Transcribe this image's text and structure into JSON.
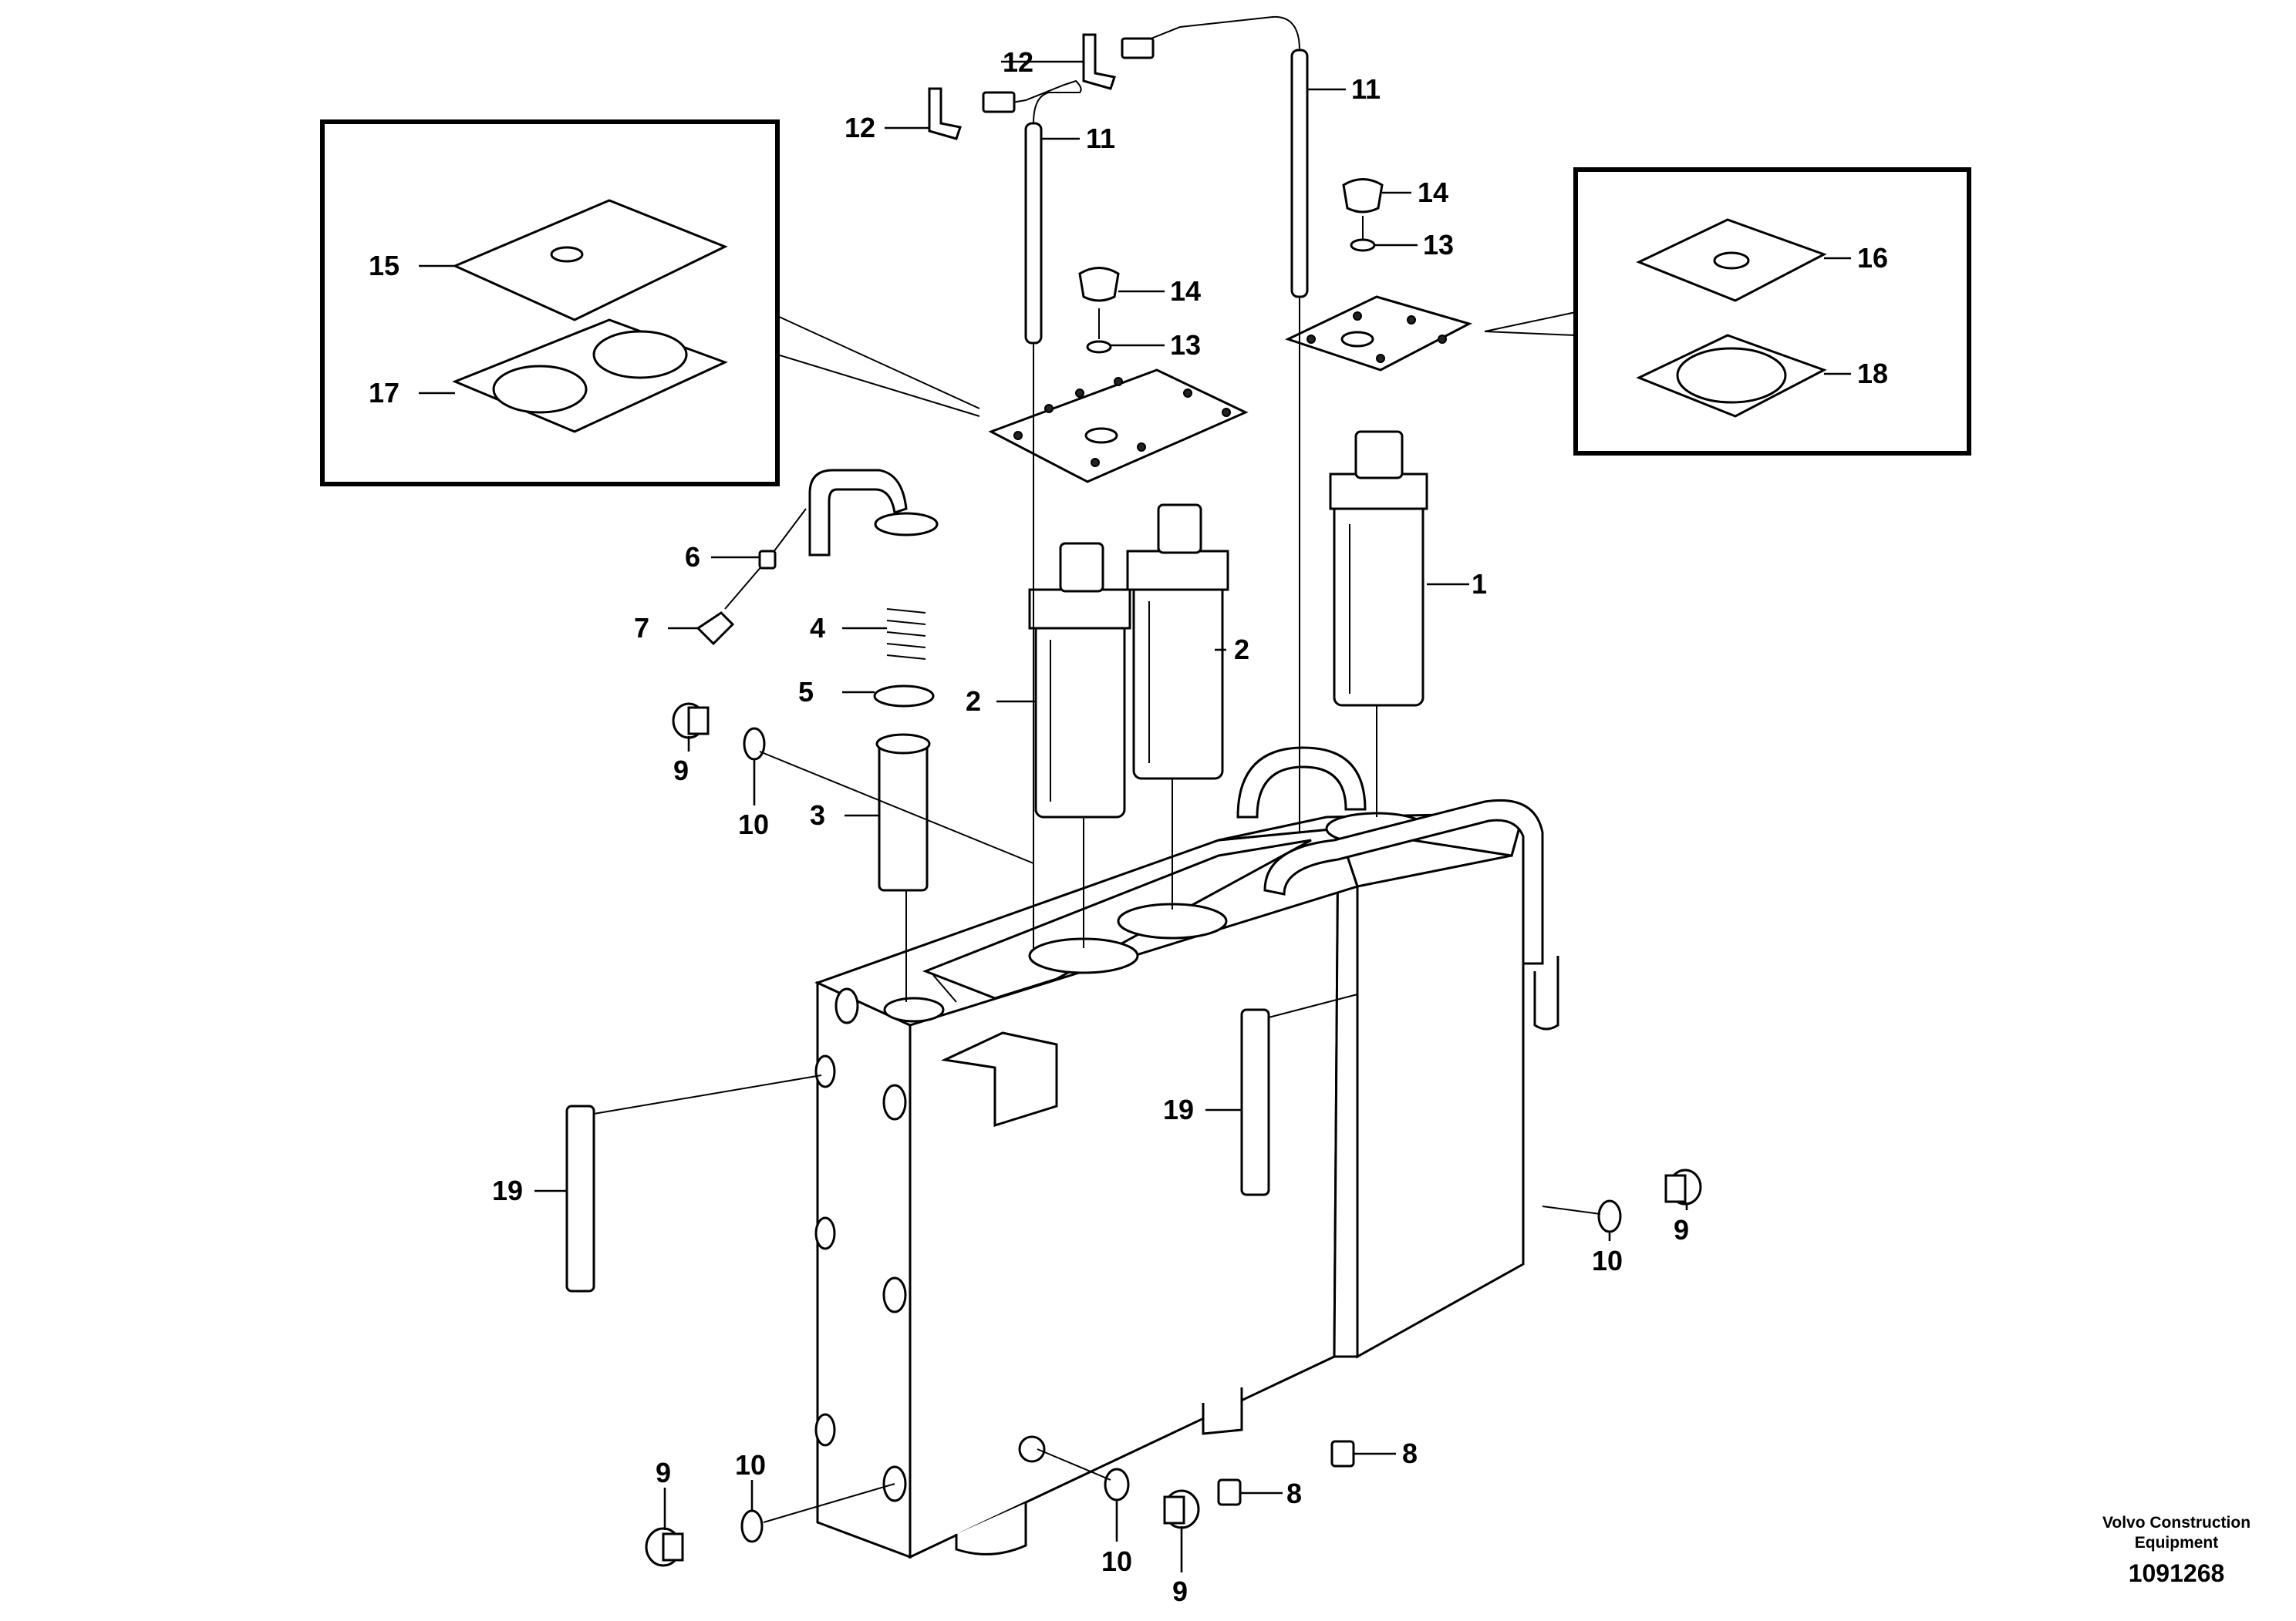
{
  "callouts": {
    "c1": "1",
    "c2a": "2",
    "c2b": "2",
    "c3": "3",
    "c4": "4",
    "c5": "5",
    "c6": "6",
    "c7": "7",
    "c8a": "8",
    "c8b": "8",
    "c9a": "9",
    "c9b": "9",
    "c9c": "9",
    "c9d": "9",
    "c10a": "10",
    "c10b": "10",
    "c10c": "10",
    "c10d": "10",
    "c11a": "11",
    "c11b": "11",
    "c12a": "12",
    "c12b": "12",
    "c13a": "13",
    "c13b": "13",
    "c14a": "14",
    "c14b": "14",
    "c15": "15",
    "c16": "16",
    "c17": "17",
    "c18": "18",
    "c19a": "19",
    "c19b": "19"
  },
  "footer": {
    "credit_line1": "Volvo Construction",
    "credit_line2": "Equipment",
    "doc_number": "1091268"
  }
}
